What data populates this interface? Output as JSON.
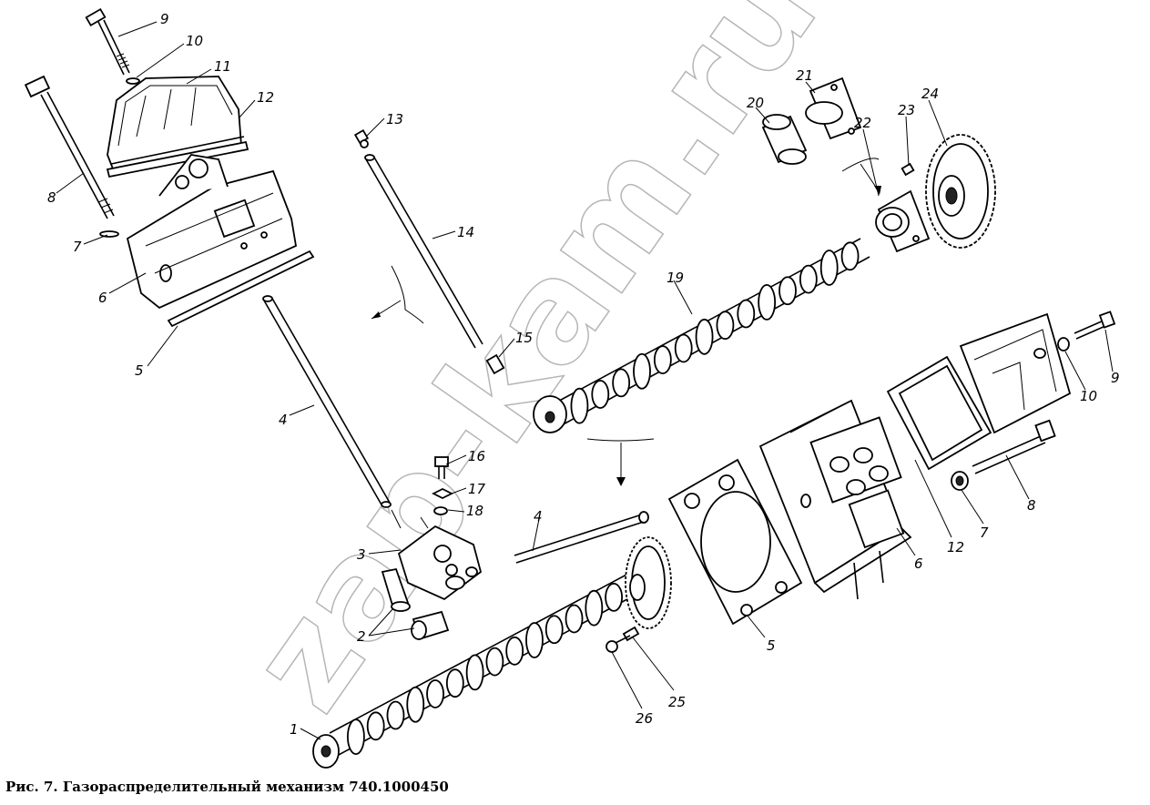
{
  "caption": "Рис. 7. Газораспределительный механизм 740.1000450",
  "watermark": "zap-kam.ru",
  "callouts": [
    "9",
    "10",
    "11",
    "12",
    "8",
    "7",
    "6",
    "5",
    "4",
    "13",
    "14",
    "15",
    "16",
    "17",
    "18",
    "3",
    "2",
    "1",
    "19",
    "20",
    "21",
    "22",
    "23",
    "24",
    "4",
    "5",
    "6",
    "12",
    "7",
    "8",
    "9",
    "10",
    "25",
    "26"
  ]
}
